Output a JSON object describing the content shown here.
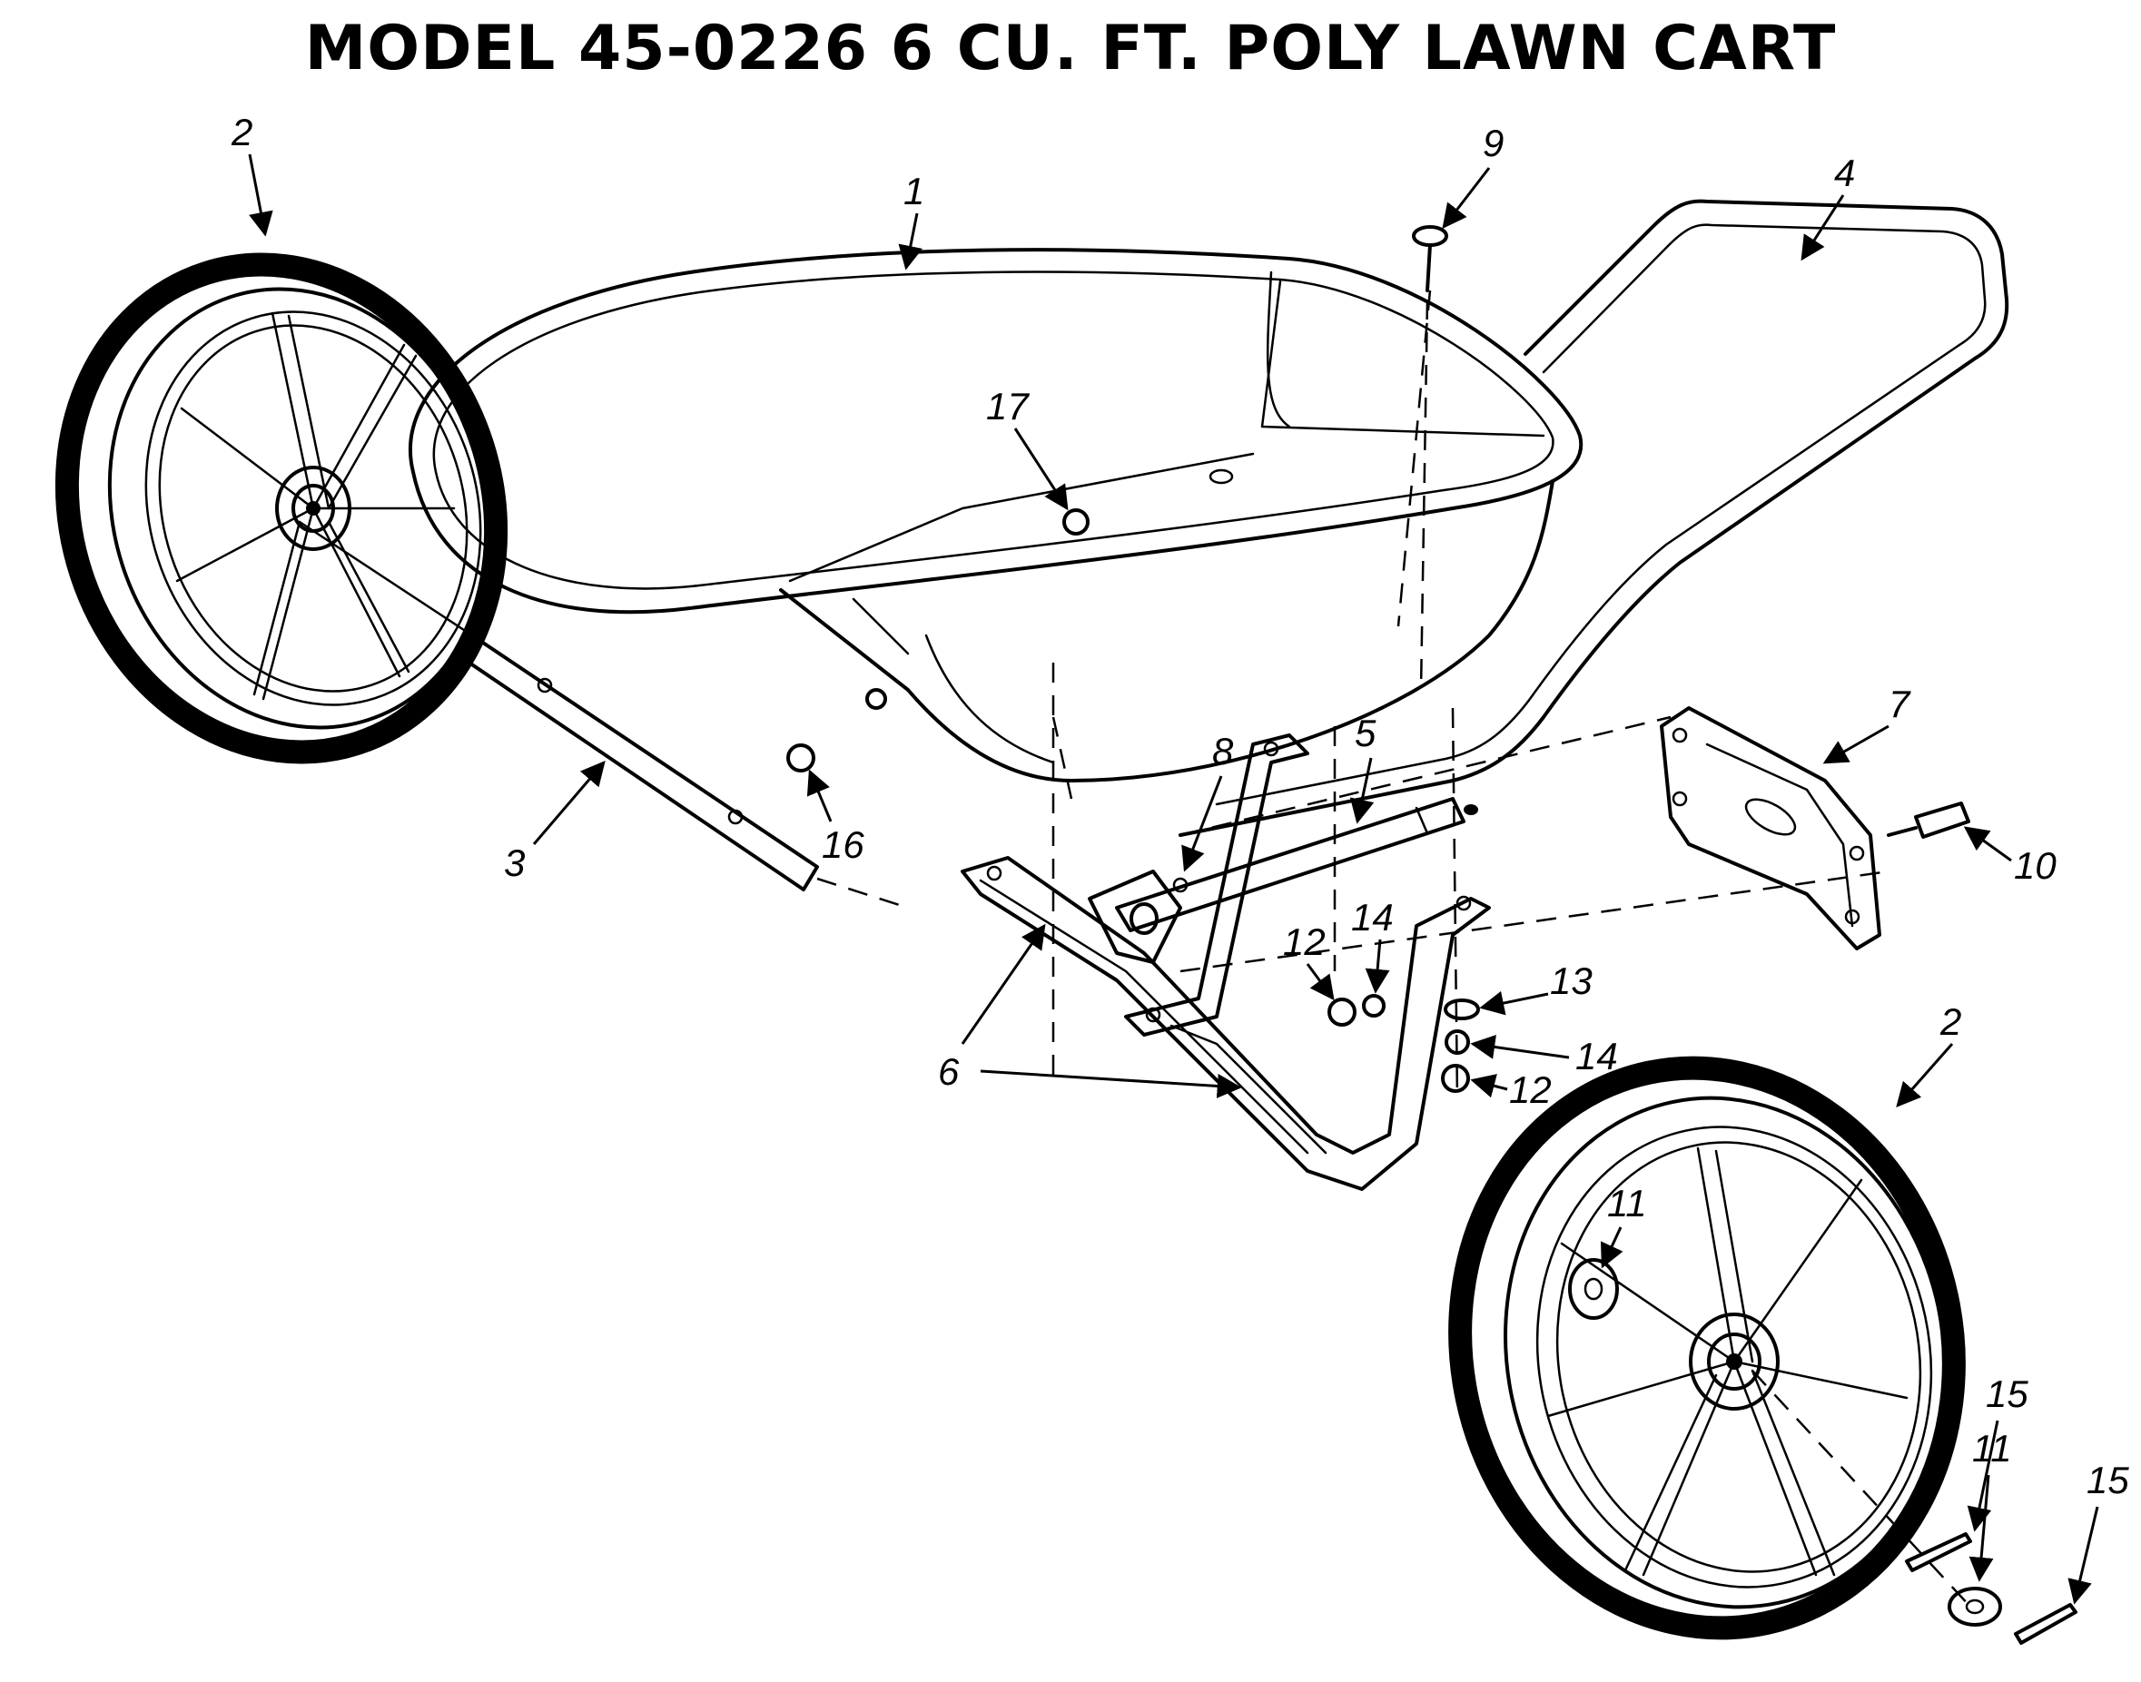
{
  "title": "MODEL 45-0226 6 CU. FT. POLY LAWN CART",
  "callouts": [
    {
      "id": "c1",
      "text": "1"
    },
    {
      "id": "c2a",
      "text": "2"
    },
    {
      "id": "c2b",
      "text": "2"
    },
    {
      "id": "c3",
      "text": "3"
    },
    {
      "id": "c4",
      "text": "4"
    },
    {
      "id": "c5",
      "text": "5"
    },
    {
      "id": "c6",
      "text": "6"
    },
    {
      "id": "c7",
      "text": "7"
    },
    {
      "id": "c8",
      "text": "8"
    },
    {
      "id": "c9",
      "text": "9"
    },
    {
      "id": "c10",
      "text": "10"
    },
    {
      "id": "c11a",
      "text": "11"
    },
    {
      "id": "c11b",
      "text": "11"
    },
    {
      "id": "c12a",
      "text": "12"
    },
    {
      "id": "c12b",
      "text": "12"
    },
    {
      "id": "c13",
      "text": "13"
    },
    {
      "id": "c14a",
      "text": "14"
    },
    {
      "id": "c14b",
      "text": "14"
    },
    {
      "id": "c15a",
      "text": "15"
    },
    {
      "id": "c15b",
      "text": "15"
    },
    {
      "id": "c16",
      "text": "16"
    },
    {
      "id": "c17",
      "text": "17"
    }
  ]
}
